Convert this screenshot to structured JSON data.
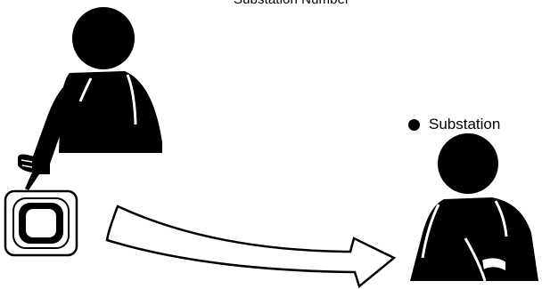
{
  "title": "Substation Number",
  "legend": {
    "marker": "filled-circle-bullet",
    "label": "Substation"
  },
  "figures": {
    "caller": "person-pressing-button-icon",
    "button": "push-button-icon",
    "arrow": "curved-arrow-icon",
    "receiver": "person-at-substation-icon"
  },
  "colors": {
    "ink": "#000000",
    "background": "#ffffff"
  }
}
